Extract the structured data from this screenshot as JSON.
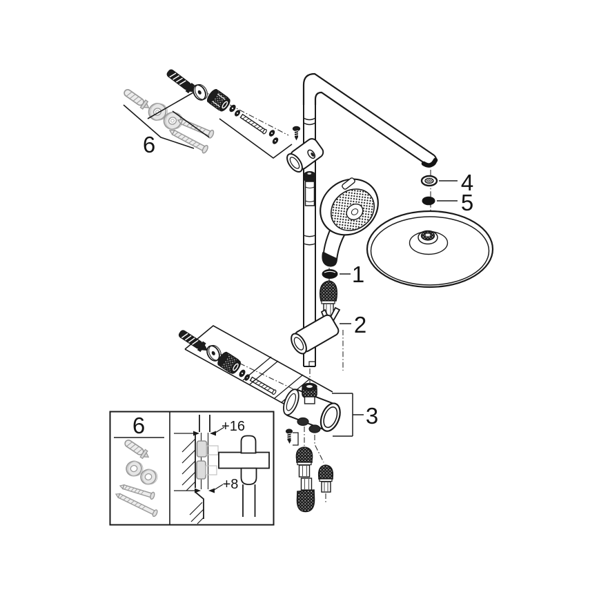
{
  "diagram": {
    "kind": "exploded-parts-diagram",
    "callouts": {
      "part1": "1",
      "part2": "2",
      "part3": "3",
      "part4": "4",
      "part5": "5",
      "part6": "6"
    },
    "inset": {
      "kit_label": "6",
      "dim_offset_top": "+16",
      "dim_offset_bottom": "+8"
    },
    "colors": {
      "line": "#1a1a1a",
      "spare_parts_gray": "#9a9a9a",
      "background": "#ffffff"
    }
  }
}
